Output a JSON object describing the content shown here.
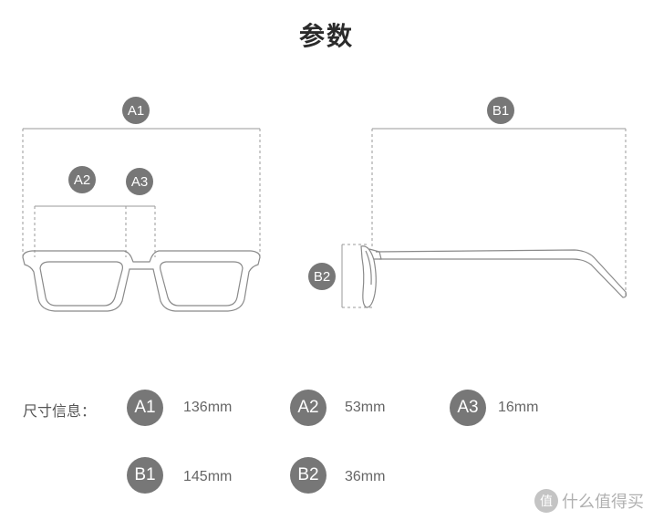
{
  "title": "参数",
  "diagram_labels": {
    "a1": "A1",
    "a2": "A2",
    "a3": "A3",
    "b1": "B1",
    "b2": "B2"
  },
  "specs": {
    "label": "尺寸信息：",
    "items": [
      {
        "key": "A1",
        "value": "136mm"
      },
      {
        "key": "A2",
        "value": "53mm"
      },
      {
        "key": "A3",
        "value": "16mm"
      },
      {
        "key": "B1",
        "value": "145mm"
      },
      {
        "key": "B2",
        "value": "36mm"
      }
    ]
  },
  "watermark": {
    "icon": "值",
    "text": "什么值得买"
  },
  "colors": {
    "badge": "#777777",
    "line": "#999999",
    "frame": "#8a8a8a"
  }
}
